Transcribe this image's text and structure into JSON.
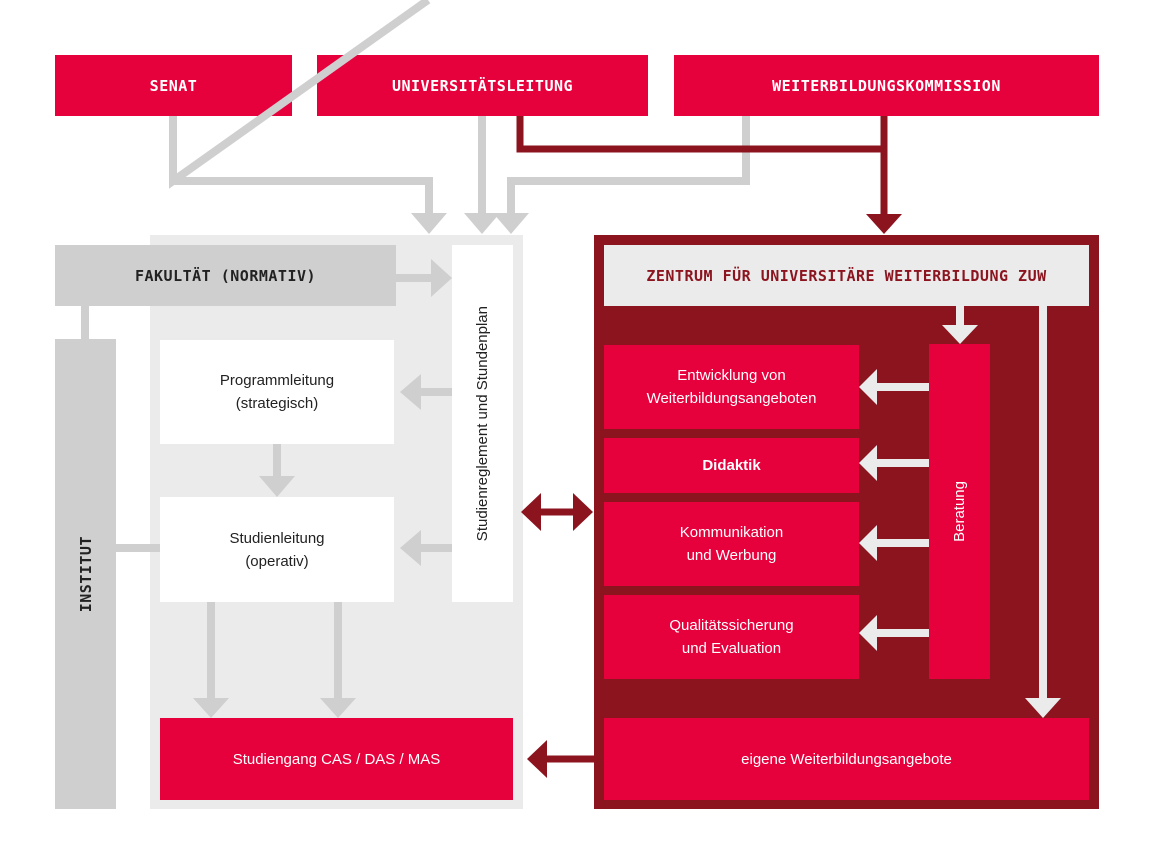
{
  "top_row": {
    "senat": "SENAT",
    "universitaetsleitung": "UNIVERSITÄTSLEITUNG",
    "weiterbildungskommission": "WEITERBILDUNGSKOMMISSION"
  },
  "left": {
    "fakultaet": "FAKULTÄT (NORMATIV)",
    "institut": "INSTITUT",
    "programmleitung": [
      "Programmleitung",
      "(strategisch)"
    ],
    "studienleitung": [
      "Studienleitung",
      "(operativ)"
    ],
    "studienreglement": "Studienreglement und Stundenplan",
    "studiengang": "Studiengang CAS / DAS / MAS"
  },
  "right": {
    "zentrum": "ZENTRUM FÜR UNIVERSITÄRE WEITERBILDUNG ZUW",
    "entwicklung": [
      "Entwicklung von",
      "Weiterbildungsangeboten"
    ],
    "didaktik": "Didaktik",
    "kommunikation": [
      "Kommunikation",
      "und Werbung"
    ],
    "qualitaet": [
      "Qualitätssicherung",
      "und Evaluation"
    ],
    "beratung": "Beratung",
    "eigene": "eigene Weiterbildungsangebote"
  },
  "colors": {
    "red": "#e6003c",
    "dark_red": "#8b141f",
    "grey": "#cfcfcf",
    "light_grey": "#ebebeb"
  }
}
